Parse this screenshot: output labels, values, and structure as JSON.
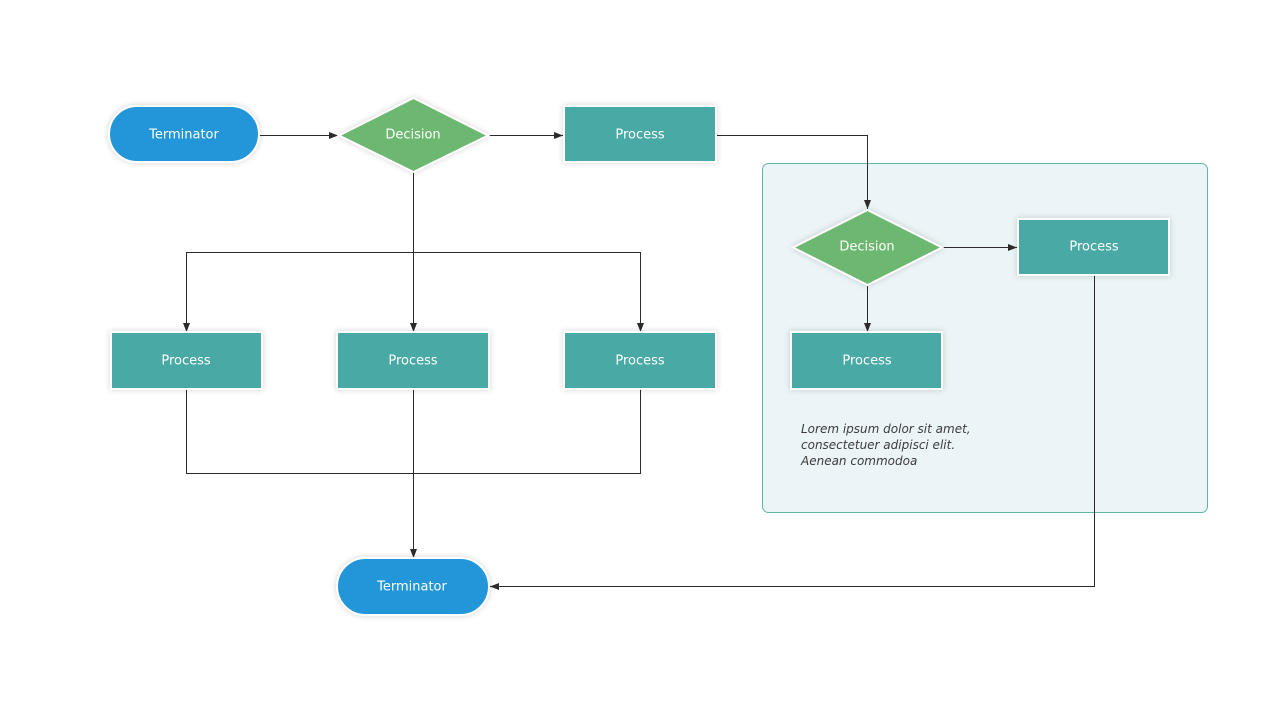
{
  "colors": {
    "terminator": "#2196d9",
    "decision": "#6db870",
    "process": "#4aaaa5",
    "group_fill": "#ebf4f6",
    "group_border": "#5db5a8",
    "connector": "#2b2b2b",
    "label": "#ffffff"
  },
  "nodes": {
    "terminator_start": {
      "label": "Terminator",
      "shape": "terminator"
    },
    "decision_main": {
      "label": "Decision",
      "shape": "decision"
    },
    "process_top": {
      "label": "Process",
      "shape": "process"
    },
    "process_left": {
      "label": "Process",
      "shape": "process"
    },
    "process_center": {
      "label": "Process",
      "shape": "process"
    },
    "process_right": {
      "label": "Process",
      "shape": "process"
    },
    "terminator_end": {
      "label": "Terminator",
      "shape": "terminator"
    },
    "decision_group": {
      "label": "Decision",
      "shape": "decision"
    },
    "process_group_right": {
      "label": "Process",
      "shape": "process"
    },
    "process_group_bottom": {
      "label": "Process",
      "shape": "process"
    }
  },
  "note": {
    "lines": [
      "Lorem ipsum dolor sit amet,",
      "consectetuer adipisci elit.",
      "Aenean commodoa"
    ]
  }
}
